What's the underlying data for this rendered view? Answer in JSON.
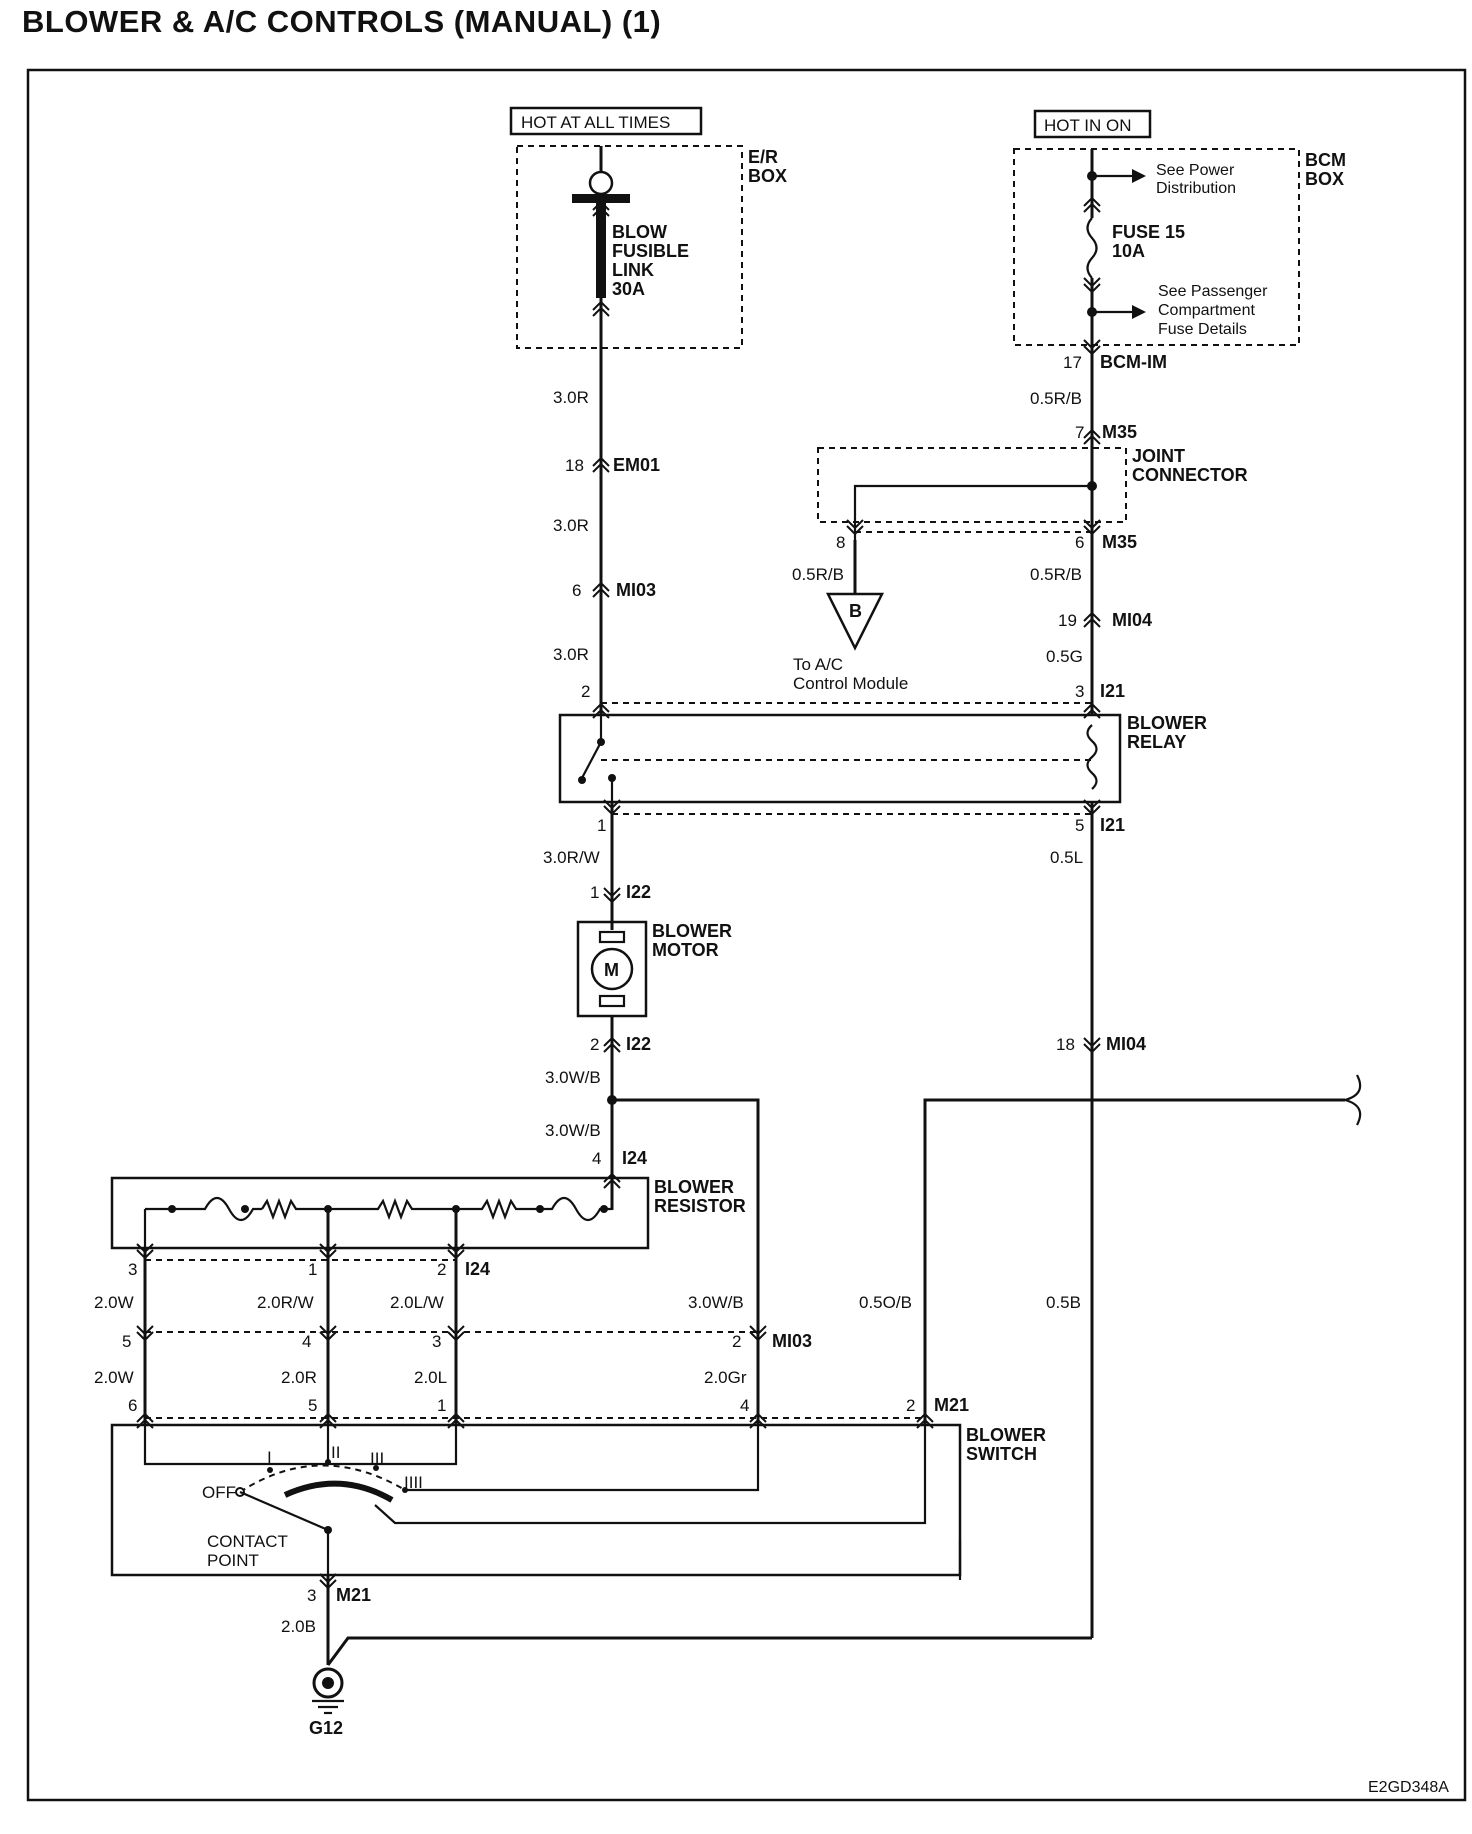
{
  "title": "BLOWER & A/C CONTROLS (MANUAL) (1)",
  "code": "E2GD348A",
  "hot_labels": {
    "left": "HOT AT ALL TIMES",
    "right": "HOT IN ON"
  },
  "er_box": {
    "line1": "E/R",
    "line2": "BOX"
  },
  "fusible_link": {
    "line1": "BLOW",
    "line2": "FUSIBLE",
    "line3": "LINK",
    "line4": "30A"
  },
  "bcm_box": {
    "line1": "BCM",
    "line2": "BOX"
  },
  "power_dist": {
    "line1": "See Power",
    "line2": "Distribution"
  },
  "fuse15": {
    "line1": "FUSE 15",
    "line2": "10A"
  },
  "pass_fuse": {
    "line1": "See Passenger",
    "line2": "Compartment",
    "line3": "Fuse Details"
  },
  "joint_connector": {
    "line1": "JOINT",
    "line2": "CONNECTOR"
  },
  "ac_module": {
    "symbol": "B",
    "line1": "To A/C",
    "line2": "Control Module"
  },
  "blower_relay": {
    "line1": "BLOWER",
    "line2": "RELAY"
  },
  "blower_motor": {
    "line1": "BLOWER",
    "line2": "MOTOR",
    "symbol": "M"
  },
  "blower_resistor": {
    "line1": "BLOWER",
    "line2": "RESISTOR"
  },
  "blower_switch": {
    "line1": "BLOWER",
    "line2": "SWITCH"
  },
  "switch_positions": {
    "off": "OFF",
    "p1": "I",
    "p2": "II",
    "p3": "III",
    "p4": "IIII"
  },
  "contact_point": {
    "line1": "CONTACT",
    "line2": "POINT"
  },
  "ground": "G12",
  "connectors": {
    "c17": "17",
    "bcm_im": "BCM-IM",
    "c7": "7",
    "m35a": "M35",
    "c6m": "6",
    "m35b": "M35",
    "c8": "8",
    "c19": "19",
    "mi04a": "MI04",
    "c3r": "3",
    "i21a": "I21",
    "c5r": "5",
    "i21b": "I21",
    "c18r": "18",
    "mi04b": "MI04",
    "c18l": "18",
    "em01": "EM01",
    "c6l": "6",
    "mi03a": "MI03",
    "c2r": "2",
    "c1r": "1",
    "c1m": "1",
    "i22a": "I22",
    "c2m": "2",
    "i22b": "I22",
    "c4": "4",
    "i24a": "I24",
    "rr3": "3",
    "rr1": "1",
    "rr2": "2",
    "i24b": "I24",
    "mr5": "5",
    "mr4": "4",
    "mr3": "3",
    "mr2": "2",
    "mi03b": "MI03",
    "sw6": "6",
    "sw5": "5",
    "sw1": "1",
    "sw4": "4",
    "sw2": "2",
    "m21a": "M21",
    "g3": "3",
    "m21b": "M21"
  },
  "wires": {
    "w30r_1": "3.0R",
    "w30r_2": "3.0R",
    "w30r_3": "3.0R",
    "w05rb_1": "0.5R/B",
    "w05rb_2": "0.5R/B",
    "w05rb_3": "0.5R/B",
    "w05g": "0.5G",
    "w30rw": "3.0R/W",
    "w05l": "0.5L",
    "w30wb_1": "3.0W/B",
    "w30wb_2": "3.0W/B",
    "w30wb_3": "3.0W/B",
    "w20w_1": "2.0W",
    "w20w_2": "2.0W",
    "w20rw": "2.0R/W",
    "w20r": "2.0R",
    "w20lw": "2.0L/W",
    "w20l": "2.0L",
    "w20gr": "2.0Gr",
    "w05ob": "0.5O/B",
    "w05b": "0.5B",
    "w20b": "2.0B"
  }
}
